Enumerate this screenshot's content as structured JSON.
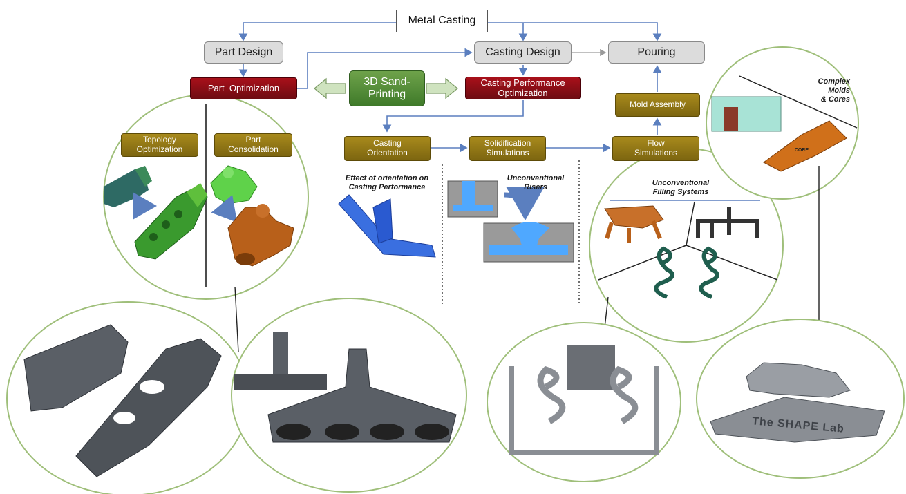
{
  "boxes": {
    "metal_casting": "Metal Casting",
    "part_design": "Part Design",
    "casting_design": "Casting Design",
    "pouring": "Pouring",
    "part_optimization": "Part  Optimization",
    "sand_printing": "3D Sand-\nPrinting",
    "casting_performance_optimization": "Casting Performance\nOptimization",
    "mold_assembly": "Mold Assembly",
    "casting_orientation": "Casting\nOrientation",
    "solidification_simulations": "Solidification\nSimulations",
    "flow_simulations": "Flow\nSimulations",
    "topology_optimization": "Topology\nOptimization",
    "part_consolidation": "Part\nConsolidation"
  },
  "labels": {
    "effect_of_orientation": "Effect of orientation on\nCasting Performance",
    "unconventional_risers": "Unconventional\nRisers",
    "unconventional_filling_systems": "Unconventional\nFilling Systems",
    "complex_molds_cores": "Complex\nMolds\n& Cores",
    "core_label": "CORE",
    "shape_lab_text": "The SHAPE Lab"
  },
  "colors": {
    "gray_box": "#dcdcdc",
    "red_box": "#8b0f18",
    "gold_box": "#957a16",
    "green_box": "#5a8f3c",
    "circle_border": "#9fbf7a",
    "arrow": "#5b7fbf"
  }
}
